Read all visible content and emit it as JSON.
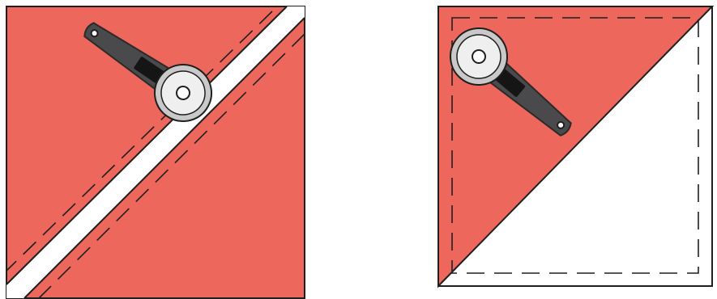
{
  "colors": {
    "fabric": "#ee675c",
    "outline": "#1f1f1f",
    "background": "#ffffff",
    "cutter_handle": "#4a4a4c",
    "cutter_handle_edge": "#2a2a2a",
    "cutter_slot": "#151515",
    "blade_outer": "#c9c9c9",
    "blade_inner": "#efefef",
    "hub": "#ffffff"
  },
  "figures": [
    {
      "id": "cut-between-seams",
      "description_visible": false,
      "elements": [
        "fabric-square",
        "stitch-line",
        "stitch-line",
        "cut-gap",
        "rotary-cutter-icon"
      ]
    },
    {
      "id": "half-square-triangle",
      "description_visible": false,
      "elements": [
        "fabric-triangle",
        "white-triangle",
        "stitch-outline",
        "rotary-cutter-icon"
      ]
    }
  ],
  "icons": [
    "rotary-cutter-icon",
    "rotary-cutter-icon"
  ]
}
